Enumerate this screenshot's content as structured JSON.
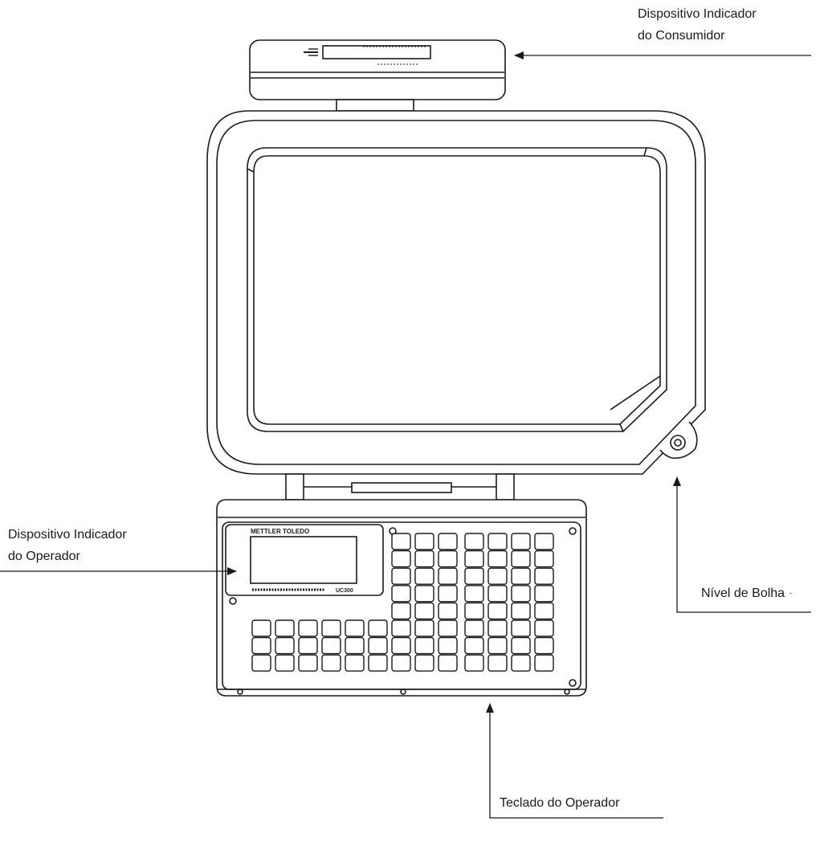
{
  "labels": {
    "consumer_display": {
      "line1": "Dispositivo Indicador",
      "line2": "do Consumidor"
    },
    "operator_display": {
      "line1": "Dispositivo Indicador",
      "line2": "do Operador"
    },
    "bubble_level": {
      "text": "Nível de Bolha",
      "mark": "-"
    },
    "operator_keyboard": {
      "text": "Teclado do Operador"
    }
  },
  "device": {
    "brand": "METTLER TOLEDO",
    "model": "UC300"
  },
  "keypad": {
    "right_block": {
      "left_group_cols": 3,
      "right_group_cols": 4,
      "rows": 8
    },
    "bottom_left_block": {
      "cols": 6,
      "rows": 3
    }
  },
  "colors": {
    "stroke": "#1a1a1a",
    "background": "#ffffff"
  }
}
